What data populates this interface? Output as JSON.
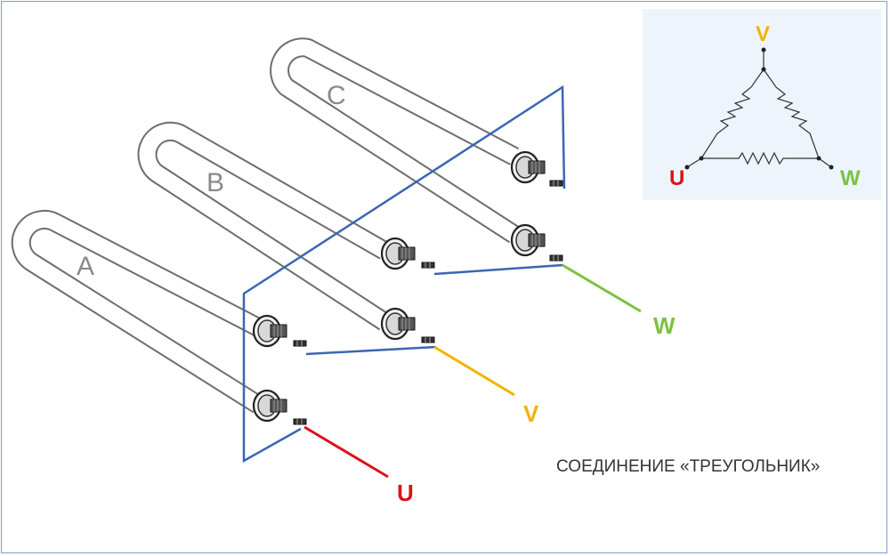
{
  "heaters": {
    "a_label": "A",
    "b_label": "B",
    "c_label": "C"
  },
  "phases": {
    "u": {
      "label": "U",
      "color": "#d9121b"
    },
    "v": {
      "label": "V",
      "color": "#f0b400"
    },
    "w": {
      "label": "W",
      "color": "#7cc242"
    }
  },
  "bus_color": "#3b66b3",
  "caption": "СОЕДИНЕНИЕ «ТРЕУГОЛЬНИК»",
  "inset": {
    "u_label": "U",
    "v_label": "V",
    "w_label": "W"
  }
}
